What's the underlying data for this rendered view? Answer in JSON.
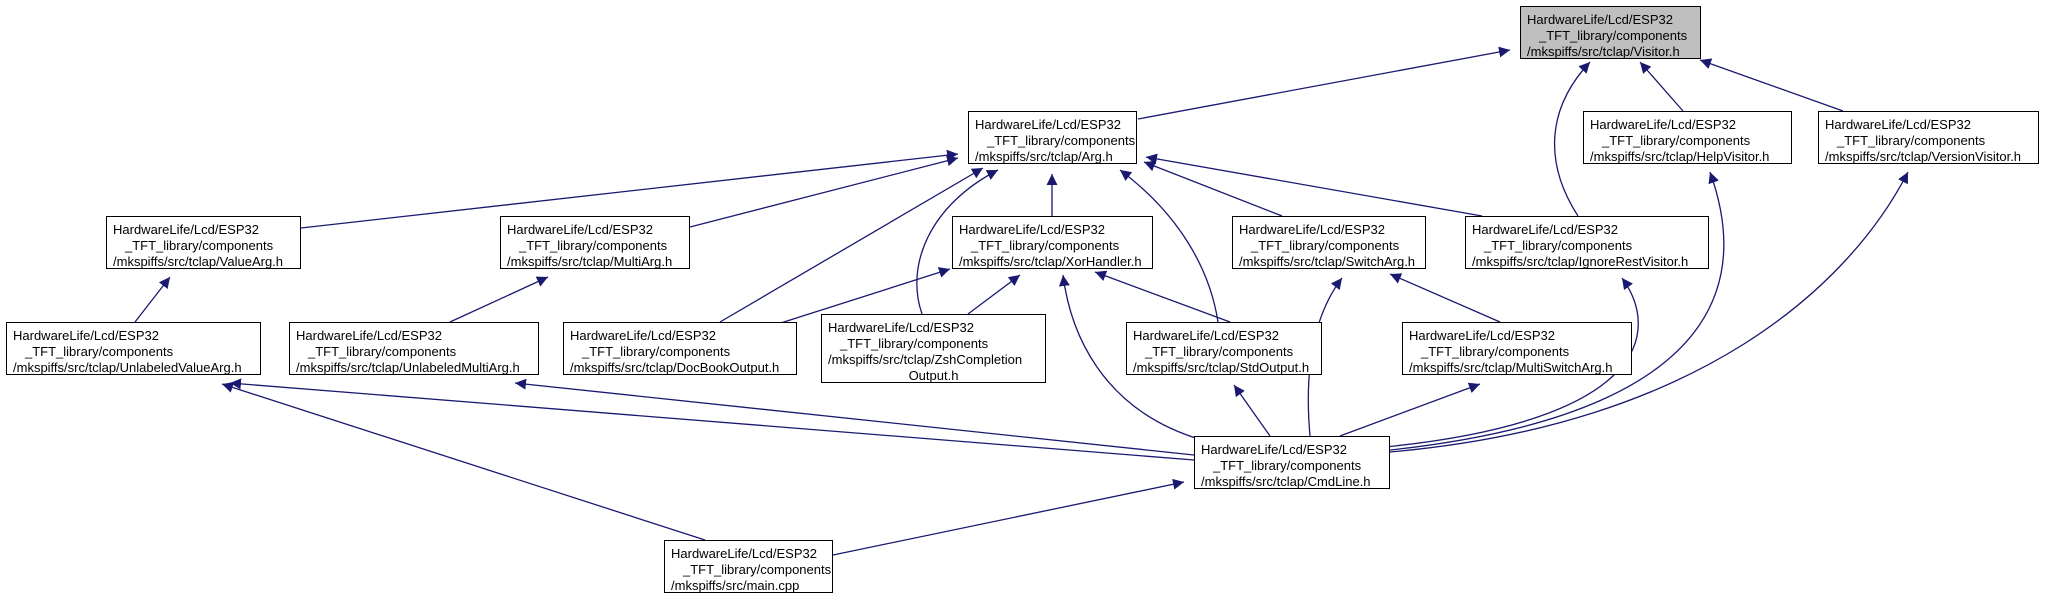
{
  "colors": {
    "edge": "#191970",
    "root_fill": "#bfbfbf",
    "node_fill": "#ffffff",
    "border": "#000000"
  },
  "nodes": {
    "visitor": {
      "l1": "HardwareLife/Lcd/ESP32",
      "l2": "_TFT_library/components",
      "l3": "/mkspiffs/src/tclap/Visitor.h"
    },
    "arg": {
      "l1": "HardwareLife/Lcd/ESP32",
      "l2": "_TFT_library/components",
      "l3": "/mkspiffs/src/tclap/Arg.h"
    },
    "helpvisitor": {
      "l1": "HardwareLife/Lcd/ESP32",
      "l2": "_TFT_library/components",
      "l3": "/mkspiffs/src/tclap/HelpVisitor.h"
    },
    "versionvisitor": {
      "l1": "HardwareLife/Lcd/ESP32",
      "l2": "_TFT_library/components",
      "l3": "/mkspiffs/src/tclap/VersionVisitor.h"
    },
    "valuearg": {
      "l1": "HardwareLife/Lcd/ESP32",
      "l2": "_TFT_library/components",
      "l3": "/mkspiffs/src/tclap/ValueArg.h"
    },
    "multiarg": {
      "l1": "HardwareLife/Lcd/ESP32",
      "l2": "_TFT_library/components",
      "l3": "/mkspiffs/src/tclap/MultiArg.h"
    },
    "xorhandler": {
      "l1": "HardwareLife/Lcd/ESP32",
      "l2": "_TFT_library/components",
      "l3": "/mkspiffs/src/tclap/XorHandler.h"
    },
    "switcharg": {
      "l1": "HardwareLife/Lcd/ESP32",
      "l2": "_TFT_library/components",
      "l3": "/mkspiffs/src/tclap/SwitchArg.h"
    },
    "ignorerestvisitor": {
      "l1": "HardwareLife/Lcd/ESP32",
      "l2": "_TFT_library/components",
      "l3": "/mkspiffs/src/tclap/IgnoreRestVisitor.h"
    },
    "unlabeledvaluearg": {
      "l1": "HardwareLife/Lcd/ESP32",
      "l2": "_TFT_library/components",
      "l3": "/mkspiffs/src/tclap/UnlabeledValueArg.h"
    },
    "unlabeledmultiarg": {
      "l1": "HardwareLife/Lcd/ESP32",
      "l2": "_TFT_library/components",
      "l3": "/mkspiffs/src/tclap/UnlabeledMultiArg.h"
    },
    "docbookoutput": {
      "l1": "HardwareLife/Lcd/ESP32",
      "l2": "_TFT_library/components",
      "l3": "/mkspiffs/src/tclap/DocBookOutput.h"
    },
    "zshcompletionoutput": {
      "l1": "HardwareLife/Lcd/ESP32",
      "l2": "_TFT_library/components",
      "l3": "/mkspiffs/src/tclap/ZshCompletion",
      "l4": "Output.h"
    },
    "stdoutput": {
      "l1": "HardwareLife/Lcd/ESP32",
      "l2": "_TFT_library/components",
      "l3": "/mkspiffs/src/tclap/StdOutput.h"
    },
    "multiswitcharg": {
      "l1": "HardwareLife/Lcd/ESP32",
      "l2": "_TFT_library/components",
      "l3": "/mkspiffs/src/tclap/MultiSwitchArg.h"
    },
    "cmdline": {
      "l1": "HardwareLife/Lcd/ESP32",
      "l2": "_TFT_library/components",
      "l3": "/mkspiffs/src/tclap/CmdLine.h"
    },
    "main": {
      "l1": "HardwareLife/Lcd/ESP32",
      "l2": "_TFT_library/components",
      "l3": "/mkspiffs/src/main.cpp"
    }
  }
}
